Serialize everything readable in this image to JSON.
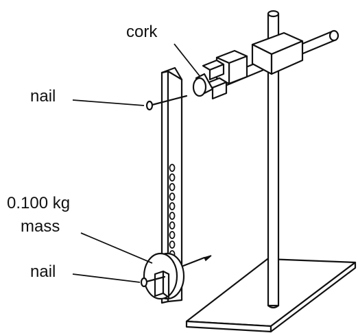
{
  "labels": {
    "cork": "cork",
    "nail_top": "nail",
    "mass_line1": "0.100 kg",
    "mass_line2": "mass",
    "nail_bottom": "nail"
  },
  "parts": {
    "rod_icon": "retort-stand-rod",
    "base_icon": "retort-stand-base",
    "clamp_icon": "boss-head-clamp",
    "strip_icon": "perforated-metal-strip",
    "disc_icon": "slotted-mass-disc",
    "cork_icon": "cork-stopper",
    "nail_icon": "nail",
    "hole_count": 10
  }
}
